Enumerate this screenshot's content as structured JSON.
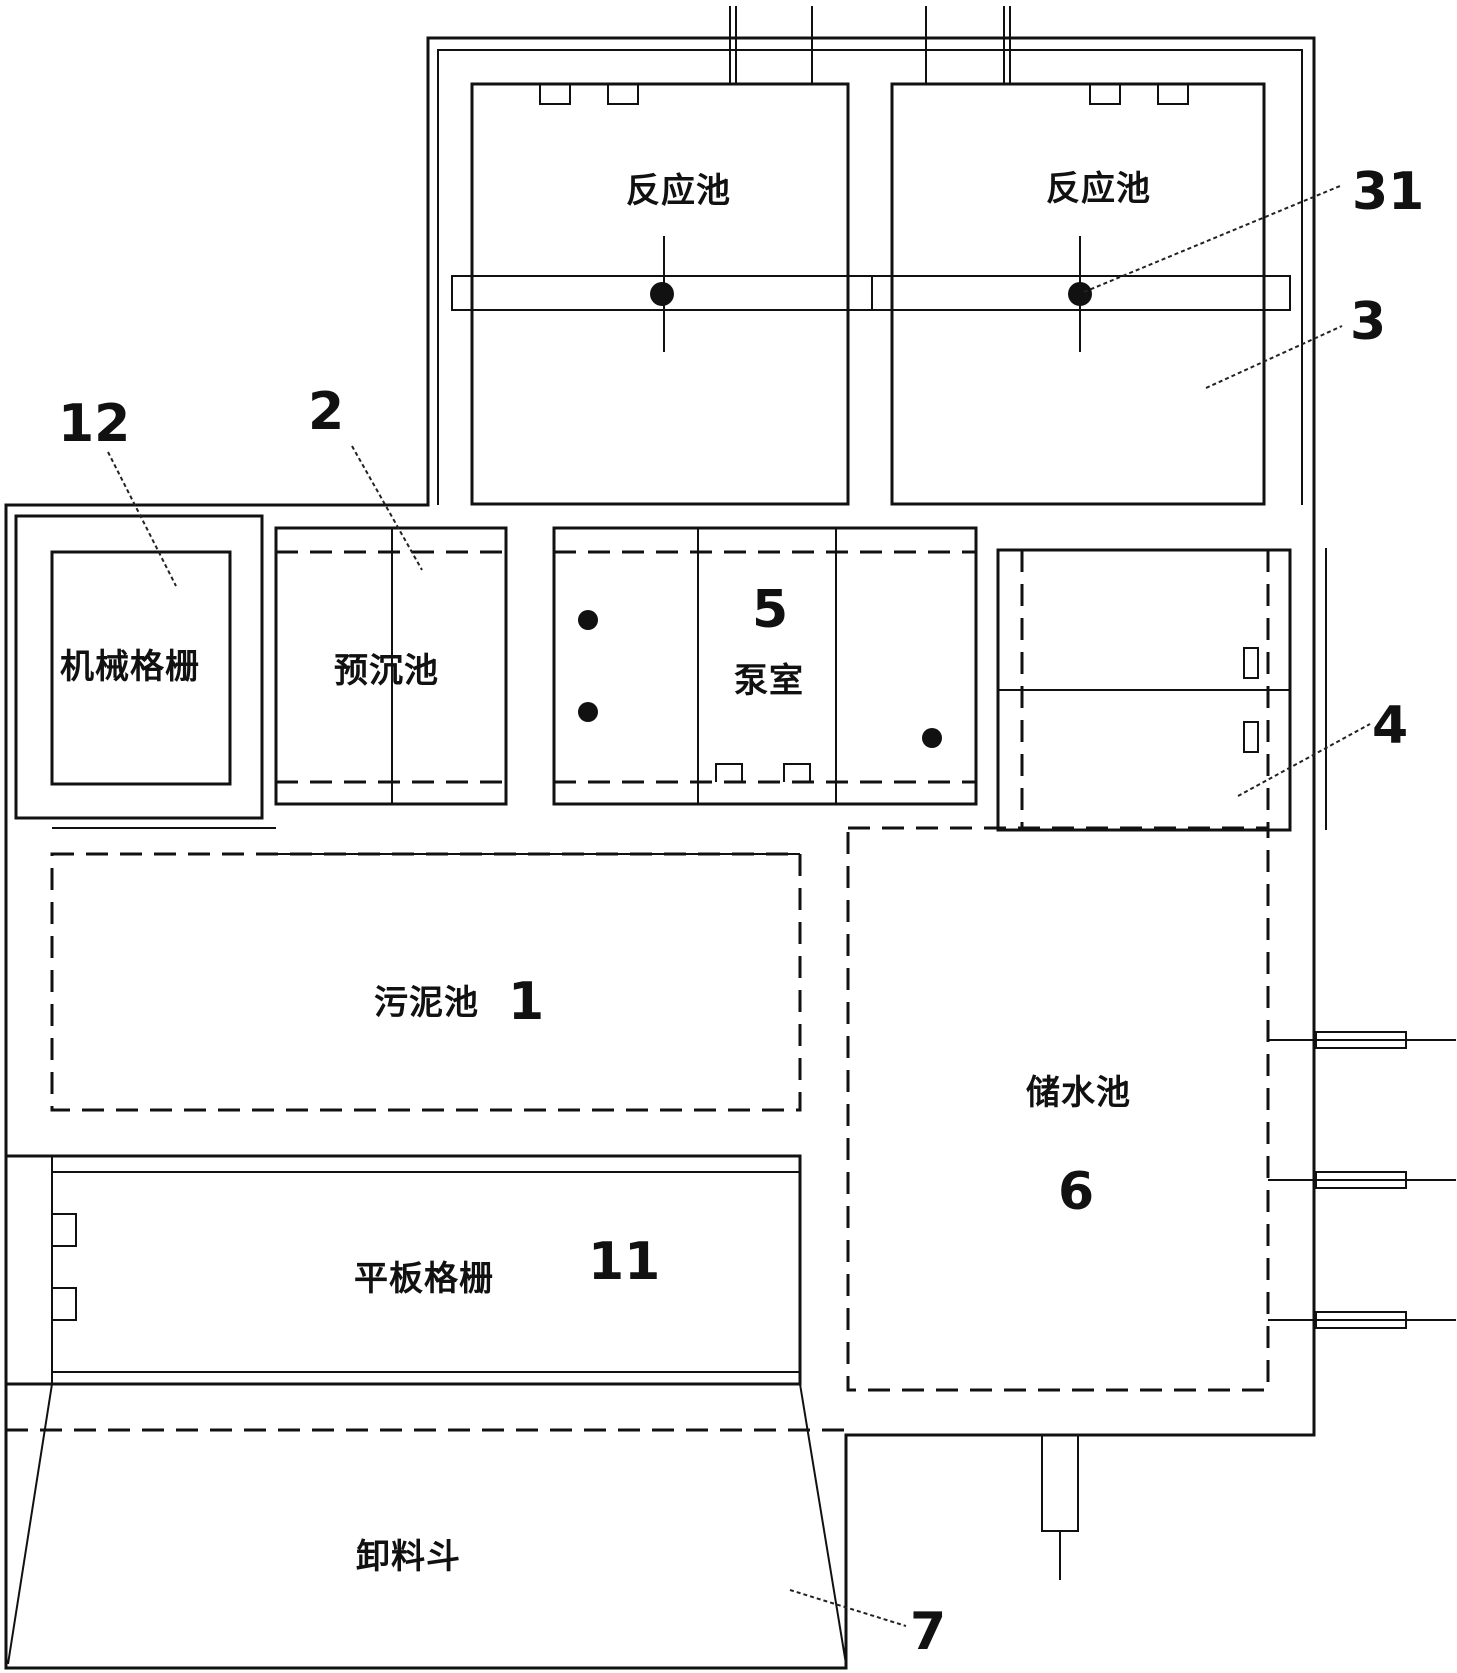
{
  "labels": {
    "reaction_tank_left": "反应池",
    "reaction_tank_right": "反应池",
    "mechanical_grille": "机械格栅",
    "pre_sedimentation_tank": "预沉池",
    "pump_room": "泵室",
    "sludge_tank": "污泥池",
    "water_storage_tank": "储水池",
    "flat_plate_grille": "平板格栅",
    "discharge_hopper": "卸料斗"
  },
  "numbers": {
    "n1": "1",
    "n2": "2",
    "n3": "3",
    "n4": "4",
    "n5": "5",
    "n6": "6",
    "n7": "7",
    "n11": "11",
    "n12": "12",
    "n31": "31"
  }
}
